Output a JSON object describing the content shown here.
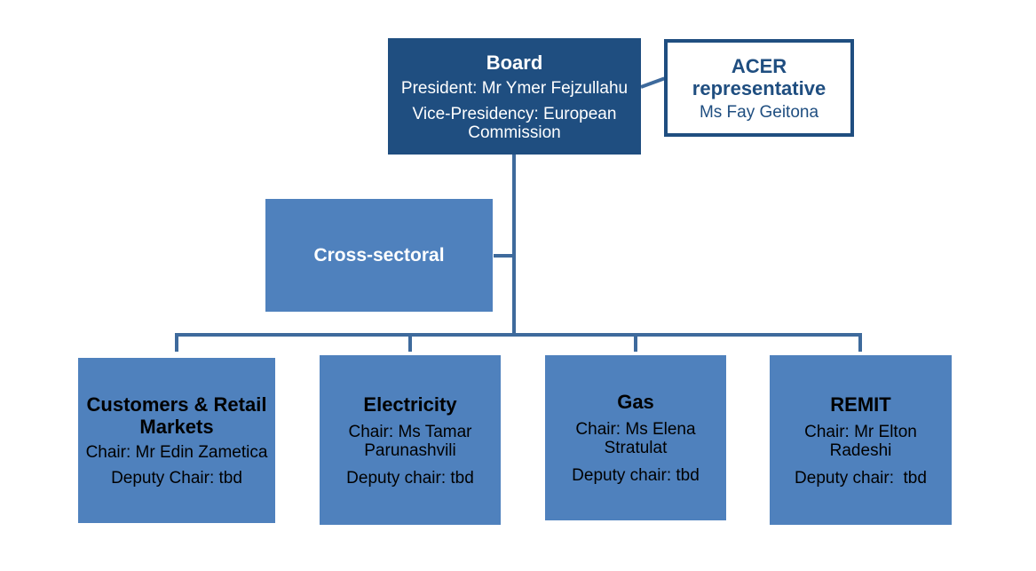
{
  "board": {
    "title": "Board",
    "president": "President: Mr Ymer Fejzullahu",
    "vice_presidency": "Vice-Presidency: European Commission"
  },
  "acer": {
    "title": "ACER representative",
    "name": "Ms Fay Geitona"
  },
  "cross_sectoral": {
    "title": "Cross-sectoral"
  },
  "groups": [
    {
      "title": "Customers & Retail Markets",
      "chair": "Chair: Mr Edin Zametica",
      "deputy": "Deputy Chair: tbd"
    },
    {
      "title": "Electricity",
      "chair": "Chair: Ms Tamar Parunashvili",
      "deputy": "Deputy chair: tbd"
    },
    {
      "title": "Gas",
      "chair": "Chair: Ms Elena Stratulat",
      "deputy": "Deputy chair: tbd"
    },
    {
      "title": "REMIT",
      "chair": "Chair: Mr Elton Radeshi",
      "deputy": "Deputy chair:  tbd"
    }
  ],
  "colors": {
    "board_fill": "#1f4e80",
    "box_fill": "#4f81bd",
    "connector": "#3e6a9c"
  }
}
